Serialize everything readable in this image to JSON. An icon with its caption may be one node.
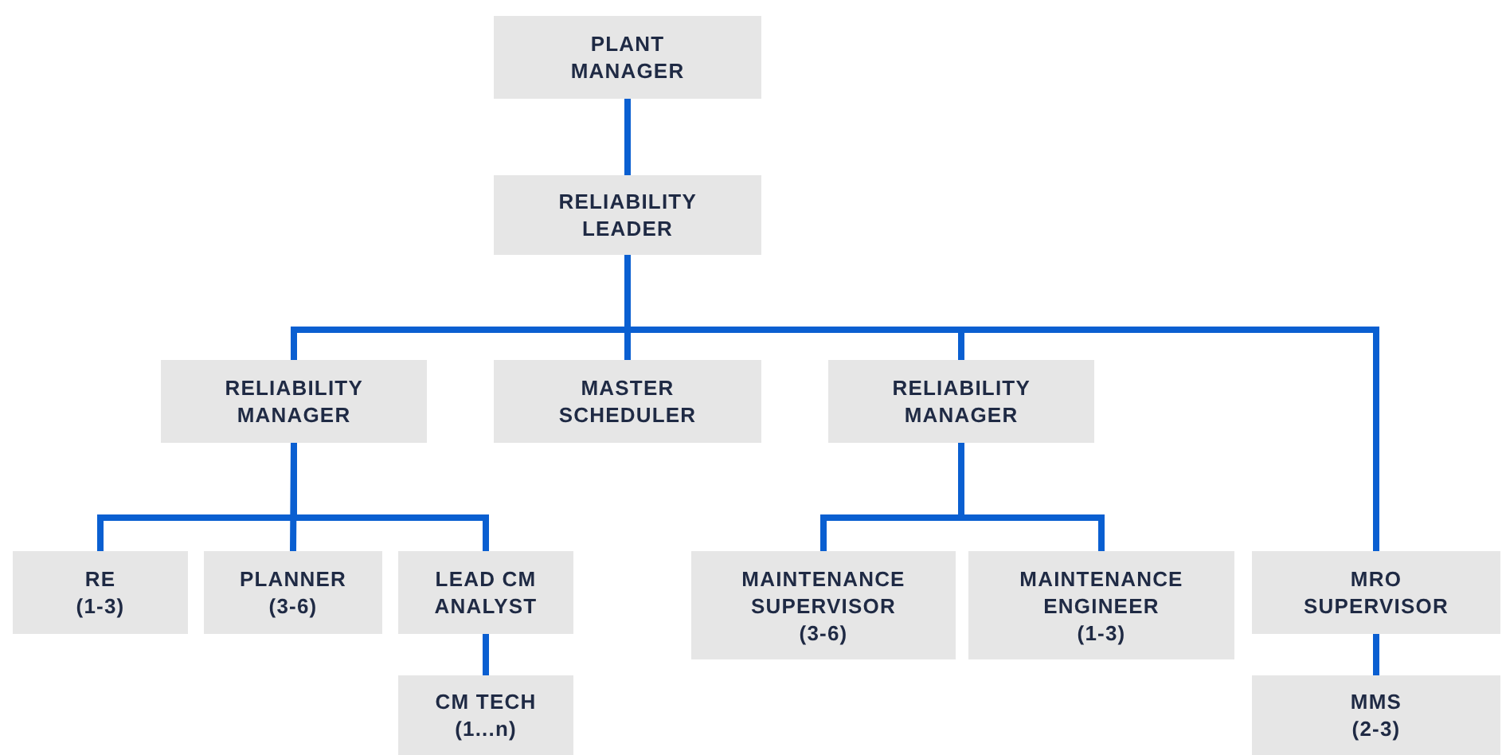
{
  "diagram": {
    "nodes": [
      {
        "text": [
          "PLANT MANAGER"
        ]
      },
      {
        "text": [
          "RELIABILITY LEADER"
        ]
      },
      {
        "text": [
          "RELIABILITY MANAGER"
        ]
      },
      {
        "text": [
          "MASTER SCHEDULER"
        ]
      },
      {
        "text": [
          "RELIABILITY MANAGER"
        ]
      },
      {
        "text": [
          "RE",
          "(1-3)"
        ]
      },
      {
        "text": [
          "PLANNER",
          "(3-6)"
        ]
      },
      {
        "text": [
          "LEAD CM ANALYST"
        ]
      },
      {
        "text": [
          "MAINTENANCE SUPERVISOR",
          "(3-6)"
        ]
      },
      {
        "text": [
          "MAINTENANCE ENGINEER",
          "(1-3)"
        ]
      },
      {
        "text": [
          "MRO SUPERVISOR"
        ]
      },
      {
        "text": [
          "CM TECH",
          "(1...n)"
        ]
      },
      {
        "text": [
          "MMS",
          "(2-3)"
        ]
      }
    ],
    "edges": [
      {
        "from": 0,
        "to": 1,
        "arrow": "none"
      },
      {
        "from": 1,
        "to": 2,
        "arrow": "none"
      },
      {
        "from": 1,
        "to": 3,
        "arrow": "none"
      },
      {
        "from": 1,
        "to": 4,
        "arrow": "none"
      },
      {
        "from": 1,
        "to": 10,
        "arrow": "none"
      },
      {
        "from": 2,
        "to": 5,
        "arrow": "none"
      },
      {
        "from": 2,
        "to": 6,
        "arrow": "none"
      },
      {
        "from": 2,
        "to": 7,
        "arrow": "none"
      },
      {
        "from": 4,
        "to": 8,
        "arrow": "none"
      },
      {
        "from": 4,
        "to": 9,
        "arrow": "none"
      },
      {
        "from": 7,
        "to": 11,
        "arrow": "none"
      },
      {
        "from": 10,
        "to": 12,
        "arrow": "none"
      }
    ]
  }
}
